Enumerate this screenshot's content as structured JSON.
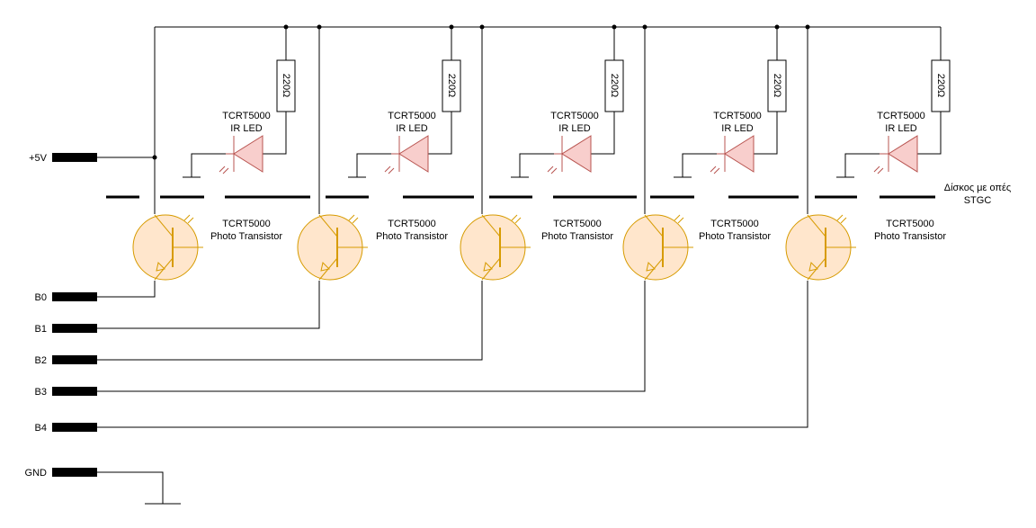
{
  "connectors": {
    "vcc": "+5V",
    "b0": "B0",
    "b1": "B1",
    "b2": "B2",
    "b3": "B3",
    "b4": "B4",
    "gnd": "GND"
  },
  "resistor_label": "220Ω",
  "led_label": [
    "TCRT5000",
    "IR LED"
  ],
  "phototransistor_label": [
    "TCRT5000",
    "Photo Transistor"
  ],
  "disk_label": [
    "Δίσκος με οπές",
    "STGC"
  ],
  "colors": {
    "led_fill": "#f8cecc",
    "led_stroke": "#b85450",
    "transistor_fill": "#ffe6cc",
    "transistor_stroke": "#d79b00",
    "wire": "#000000"
  }
}
